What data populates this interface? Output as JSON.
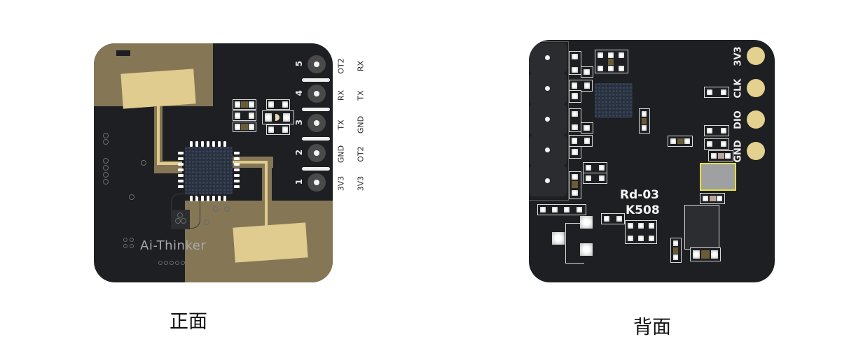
{
  "front": {
    "caption": "正面",
    "brand": "Ai-Thinker",
    "header_pins": [
      {
        "number": "5",
        "label_a": "OT2",
        "label_b": "RX"
      },
      {
        "number": "4",
        "label_a": "RX",
        "label_b": "TX"
      },
      {
        "number": "3",
        "label_a": "TX",
        "label_b": "GND"
      },
      {
        "number": "2",
        "label_a": "GND",
        "label_b": "OT2"
      },
      {
        "number": "1",
        "label_a": "3V3",
        "label_b": "3V3"
      }
    ]
  },
  "back": {
    "caption": "背面",
    "model_line1": "Rd-03",
    "model_line2": "K508",
    "pads": [
      {
        "label": "3V3"
      },
      {
        "label": "CLK"
      },
      {
        "label": "DIO"
      },
      {
        "label": "GND"
      }
    ]
  },
  "colors": {
    "pcb": "#1d1f22",
    "ground_plane": "#857656",
    "antenna": "#dfcc8e",
    "gold_pad": "#e4d08f",
    "silkscreen": "#f0f0f0"
  }
}
